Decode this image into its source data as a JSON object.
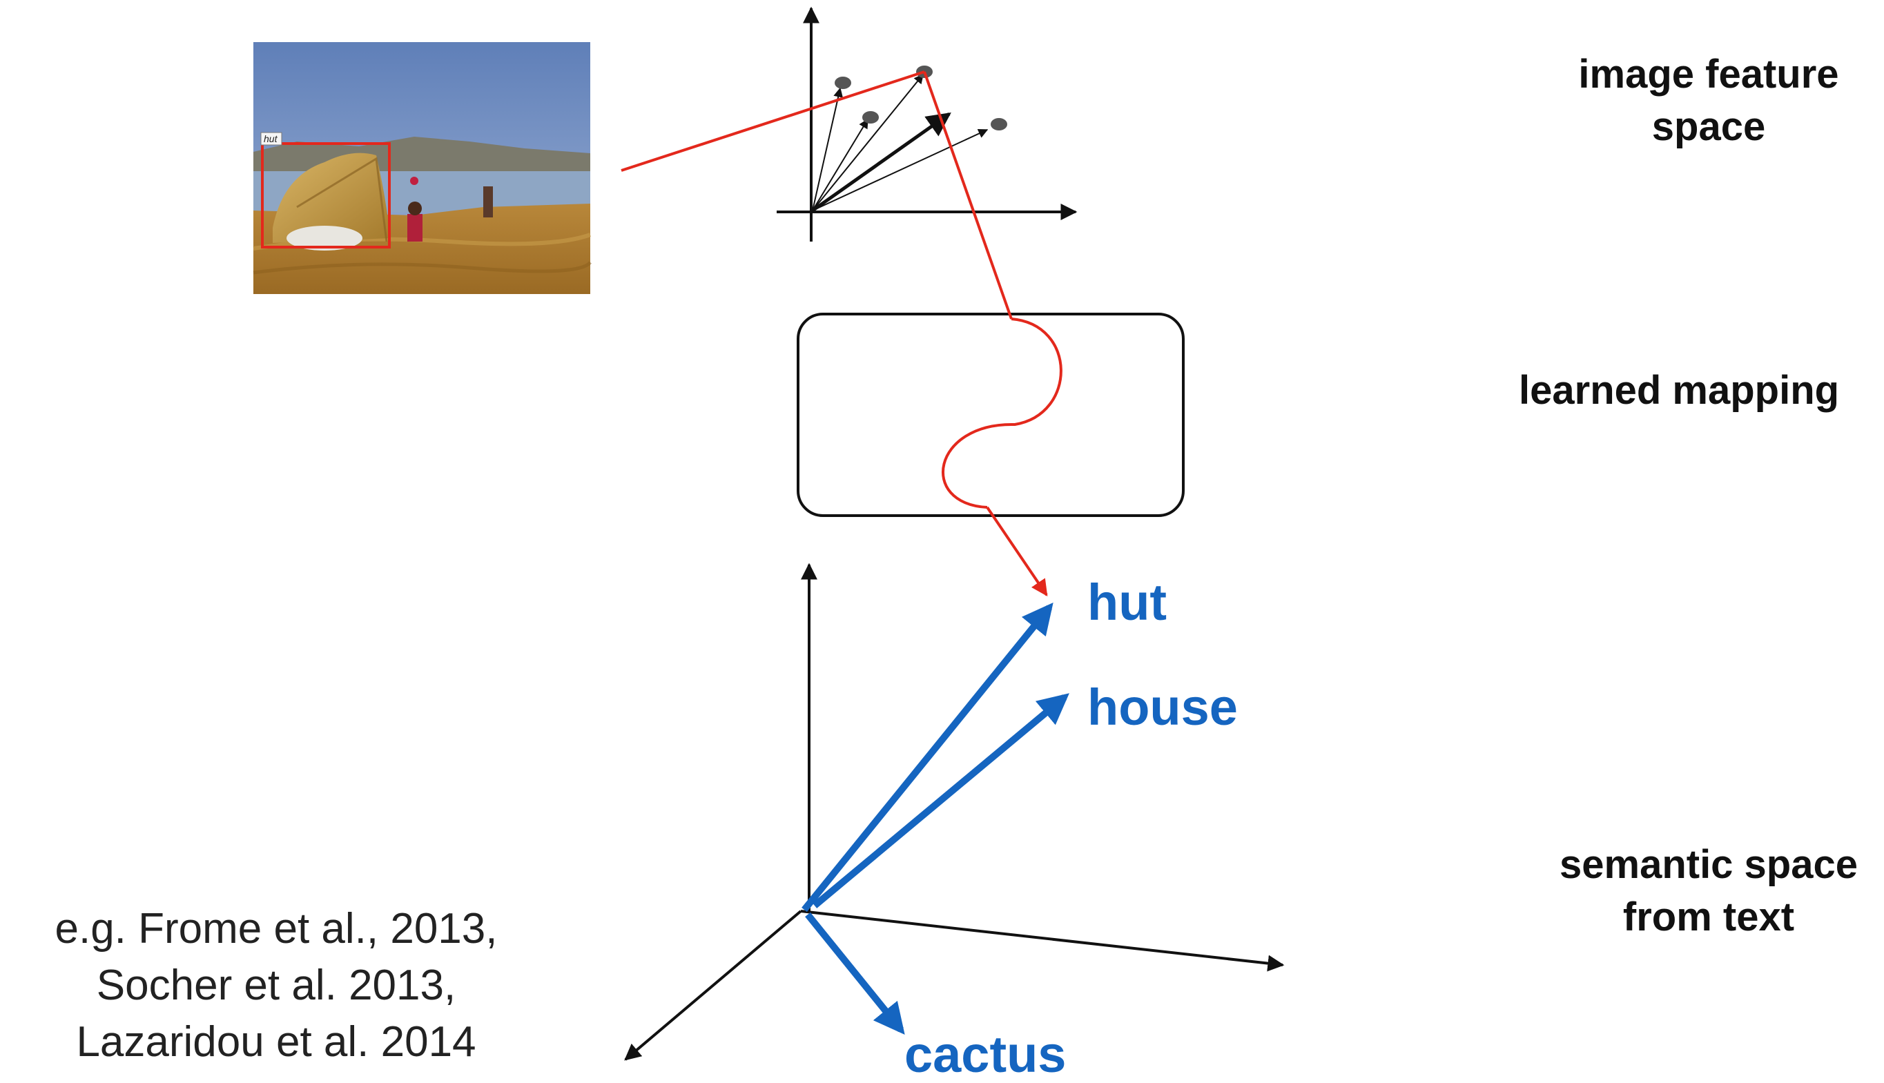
{
  "labels": {
    "image_feature_space": [
      "image feature",
      "space"
    ],
    "learned_mapping": "learned mapping",
    "semantic_space": [
      "semantic space",
      "from text"
    ]
  },
  "photo": {
    "box_tag": "hut"
  },
  "words": {
    "hut": "hut",
    "house": "house",
    "cactus": "cactus"
  },
  "citation": [
    "e.g. Frome et al., 2013,",
    "Socher et al. 2013,",
    "Lazaridou et al. 2014"
  ],
  "colors": {
    "mapping": "#e3281c",
    "semantic": "#1565c0",
    "axes": "#111111",
    "points": "#555555"
  }
}
